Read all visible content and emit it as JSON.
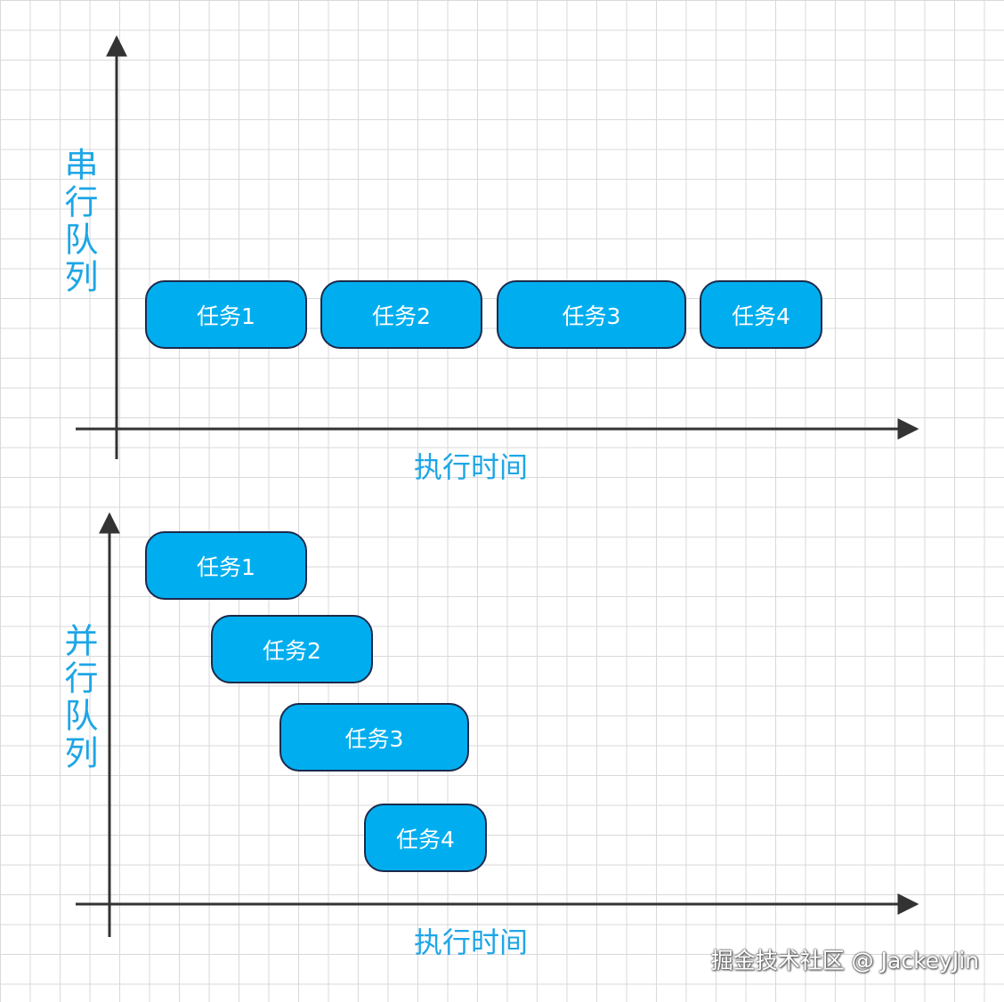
{
  "serial": {
    "axis_label": "串行队列",
    "time_label": "执行时间",
    "tasks": [
      "任务1",
      "任务2",
      "任务3",
      "任务4"
    ]
  },
  "parallel": {
    "axis_label": "并行队列",
    "time_label": "执行时间",
    "tasks": [
      "任务1",
      "任务2",
      "任务3",
      "任务4"
    ]
  },
  "watermark": "掘金技术社区 @ JackeyJin",
  "colors": {
    "task_fill": "#00aeef",
    "task_border": "#1b2a4a",
    "label": "#1ea6e6",
    "axis": "#333333",
    "grid": "#d9d9d9"
  }
}
